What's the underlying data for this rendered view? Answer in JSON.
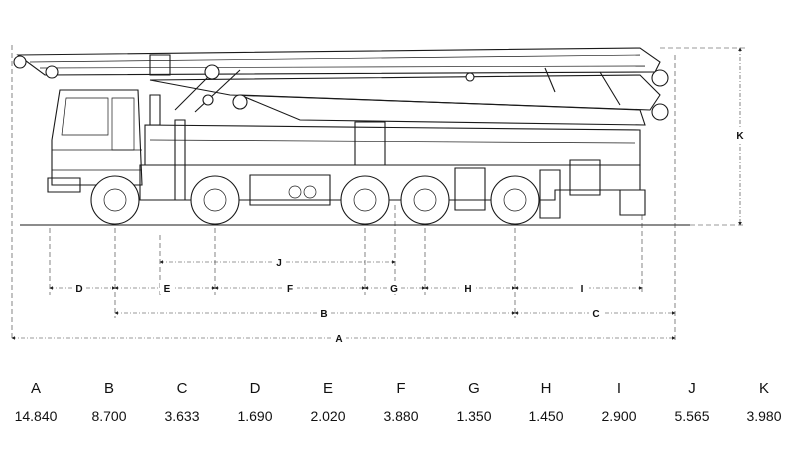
{
  "diagram": {
    "dimension_labels": [
      "A",
      "B",
      "C",
      "D",
      "E",
      "F",
      "G",
      "H",
      "I",
      "J",
      "K"
    ]
  },
  "dimensions": [
    {
      "letter": "A",
      "value": "14.840"
    },
    {
      "letter": "B",
      "value": "8.700"
    },
    {
      "letter": "C",
      "value": "3.633"
    },
    {
      "letter": "D",
      "value": "1.690"
    },
    {
      "letter": "E",
      "value": "2.020"
    },
    {
      "letter": "F",
      "value": "3.880"
    },
    {
      "letter": "G",
      "value": "1.350"
    },
    {
      "letter": "H",
      "value": "1.450"
    },
    {
      "letter": "I",
      "value": "2.900"
    },
    {
      "letter": "J",
      "value": "5.565"
    },
    {
      "letter": "K",
      "value": "3.980"
    }
  ]
}
